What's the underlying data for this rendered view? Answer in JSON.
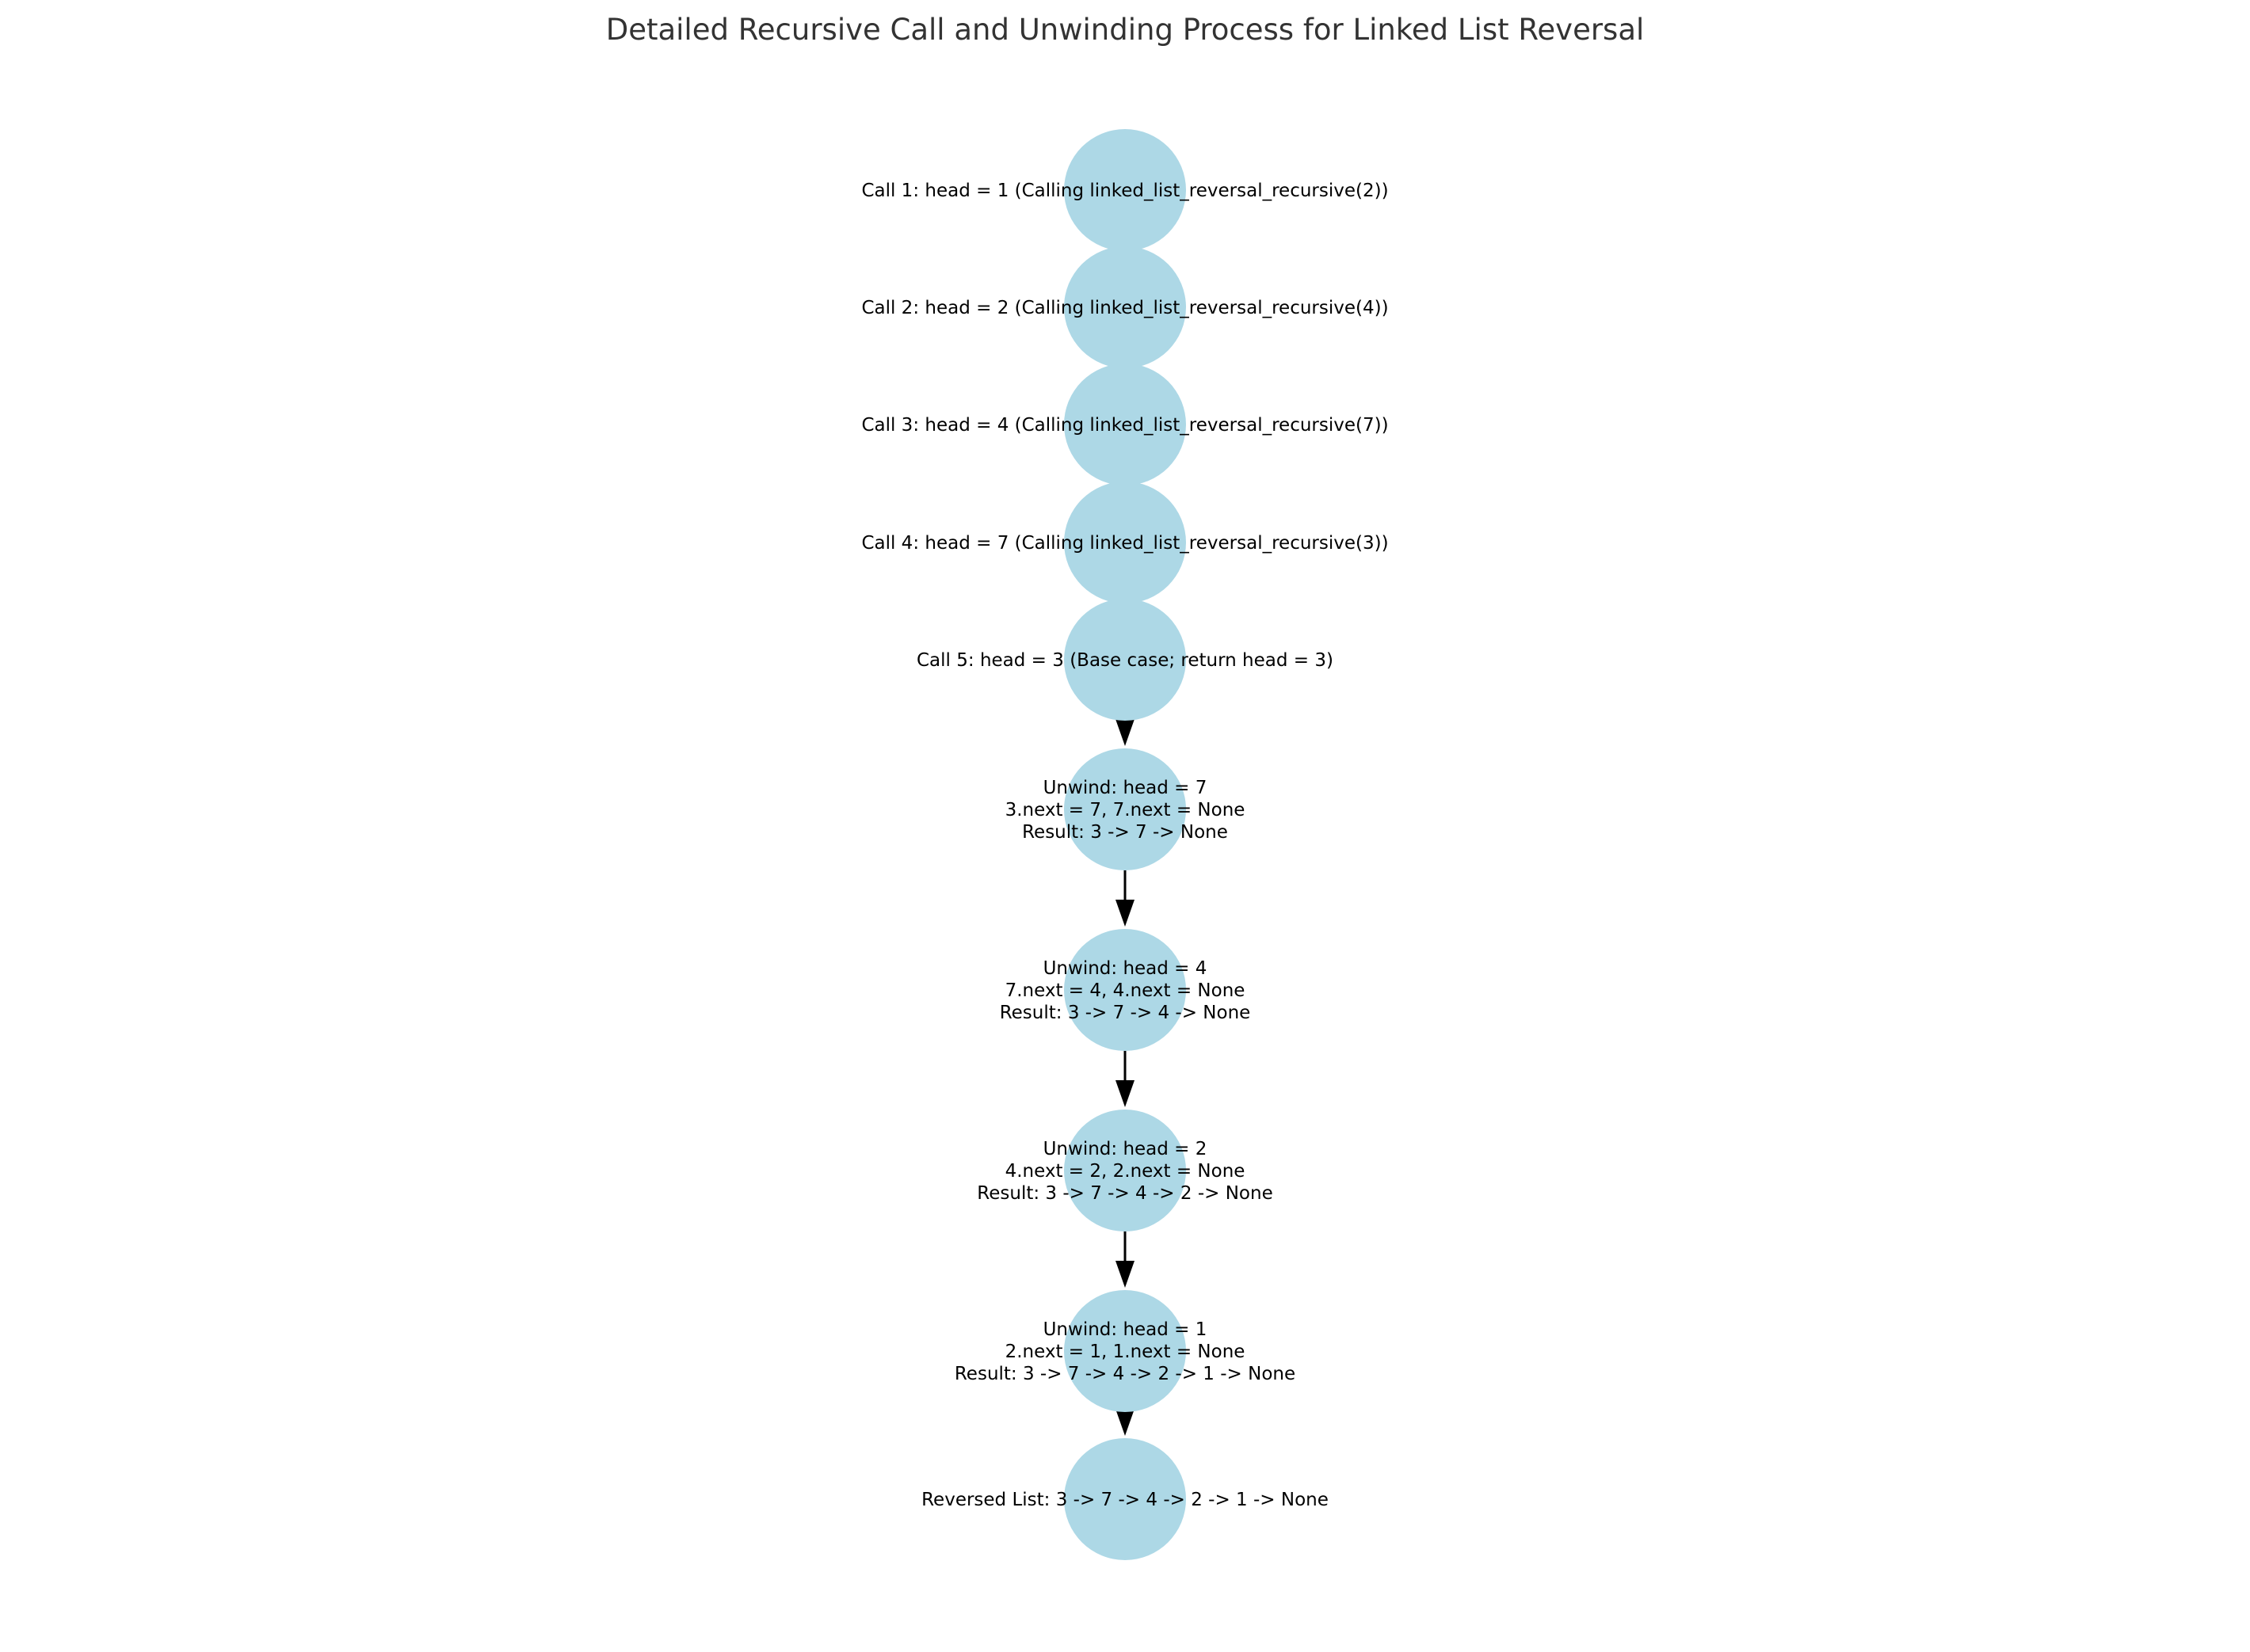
{
  "title": "Detailed Recursive Call and Unwinding Process for Linked List Reversal",
  "colors": {
    "node_fill": "#add8e6",
    "edge": "#000000",
    "label_text": "#000000",
    "title_text": "#333333"
  },
  "nodes": [
    {
      "lines": [
        "Call 1: head = 1 (Calling linked_list_reversal_recursive(2))"
      ]
    },
    {
      "lines": [
        "Call 2: head = 2 (Calling linked_list_reversal_recursive(4))"
      ]
    },
    {
      "lines": [
        "Call 3: head = 4 (Calling linked_list_reversal_recursive(7))"
      ]
    },
    {
      "lines": [
        "Call 4: head = 7 (Calling linked_list_reversal_recursive(3))"
      ]
    },
    {
      "lines": [
        "Call 5: head = 3 (Base case; return head = 3)"
      ]
    },
    {
      "lines": [
        "Unwind: head = 7",
        "3.next = 7, 7.next = None",
        "Result: 3 -> 7 -> None"
      ]
    },
    {
      "lines": [
        "Unwind: head = 4",
        "7.next = 4, 4.next = None",
        "Result: 3 -> 7 -> 4 -> None"
      ]
    },
    {
      "lines": [
        "Unwind: head = 2",
        "4.next = 2, 2.next = None",
        "Result: 3 -> 7 -> 4 -> 2 -> None"
      ]
    },
    {
      "lines": [
        "Unwind: head = 1",
        "2.next = 1, 1.next = None",
        "Result: 3 -> 7 -> 4 -> 2 -> 1 -> None"
      ]
    },
    {
      "lines": [
        "Reversed List: 3 -> 7 -> 4 -> 2 -> 1 -> None"
      ]
    }
  ],
  "edges": [
    {
      "from": 0,
      "to": 1
    },
    {
      "from": 1,
      "to": 2
    },
    {
      "from": 2,
      "to": 3
    },
    {
      "from": 3,
      "to": 4
    },
    {
      "from": 4,
      "to": 5
    },
    {
      "from": 5,
      "to": 6
    },
    {
      "from": 6,
      "to": 7
    },
    {
      "from": 7,
      "to": 8
    },
    {
      "from": 8,
      "to": 9
    }
  ]
}
